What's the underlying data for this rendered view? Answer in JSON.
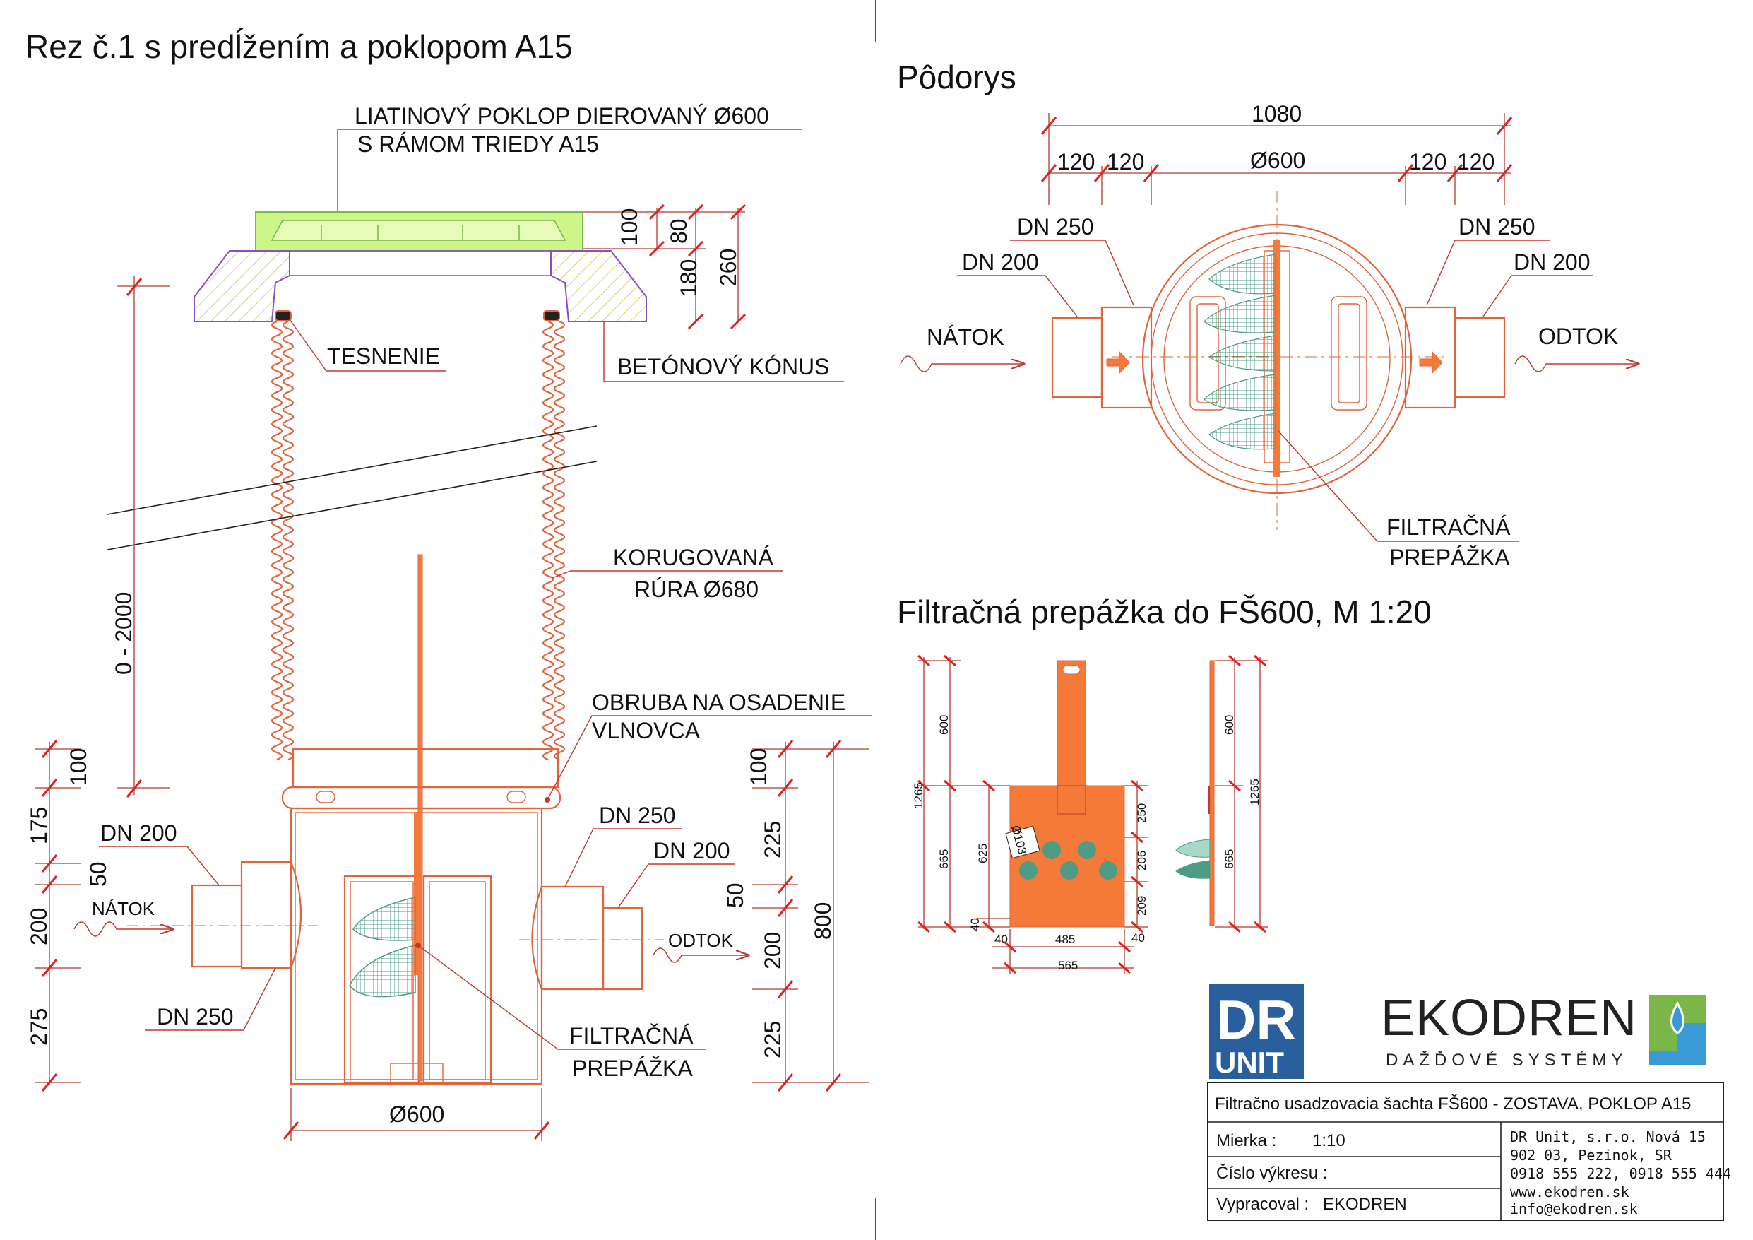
{
  "colors": {
    "outline": "#e0643c",
    "filter_plate": "#f47a3a",
    "filter_mesh": "#4f9c86",
    "cover_fill": "#ccf58a",
    "cone_hatch": "#d7d35a",
    "dimension_tick": "#e02020",
    "dr_unit_blue": "#2a5f9e",
    "ekodren_green": "#7ab648",
    "ekodren_blue": "#3a9ad6"
  },
  "section": {
    "title": "Rez č.1 s predĺžením a poklopom A15",
    "cover_label_1": "LIATINOVÝ POKLOP DIEROVANÝ Ø600",
    "cover_label_2": "S RÁMOM TRIEDY A15",
    "seal_label": "TESNENIE",
    "cone_label": "BETÓNOVÝ KÓNUS",
    "pipe_label_1": "KORUGOVANÁ",
    "pipe_label_2": "RÚRA Ø680",
    "rim_label_1": "OBRUBA NA OSADENIE",
    "rim_label_2": "VLNOVCA",
    "inlet_dn_small": "DN 200",
    "inlet_dn_large": "DN 250",
    "outlet_dn_large": "DN 250",
    "outlet_dn_small": "DN 200",
    "inflow_label": "NÁTOK",
    "outflow_label": "ODTOK",
    "filter_label_1": "FILTRAČNÁ",
    "filter_label_2": "PREPÁŽKA",
    "diameter_label": "Ø600",
    "dims_top": [
      "100",
      "80",
      "180",
      "260"
    ],
    "dim_extension": "0 - 2000",
    "dims_left": [
      "100",
      "175",
      "50",
      "200",
      "275"
    ],
    "dims_right": [
      "100",
      "225",
      "50",
      "200",
      "225"
    ],
    "dim_total": "800"
  },
  "plan": {
    "title": "Pôdorys",
    "dim_total": "1080",
    "dims_top": [
      "120",
      "120",
      "Ø600",
      "120",
      "120"
    ],
    "inlet_dn_large": "DN 250",
    "inlet_dn_small": "DN 200",
    "outlet_dn_large": "DN 250",
    "outlet_dn_small": "DN 200",
    "inflow_label": "NÁTOK",
    "outflow_label": "ODTOK",
    "filter_label_1": "FILTRAČNÁ",
    "filter_label_2": "PREPÁŽKA"
  },
  "filter_detail": {
    "title": "Filtračná prepážka do FŠ600, M 1:20",
    "dim_left_total": "1265",
    "dim_handle": "600",
    "dim_plate": "665",
    "dim_inner": "625",
    "dim_bottom": "40",
    "hole_label": "Ø103",
    "dims_right": [
      "250",
      "206",
      "209"
    ],
    "dims_bottom": [
      "40",
      "485",
      "40"
    ],
    "dim_width": "565",
    "side_dim_handle": "600",
    "side_dim_total": "1265",
    "side_dim_plate": "665"
  },
  "logos": {
    "dr": "DR",
    "unit": "UNIT",
    "ekodren": "EKODREN",
    "ekodren_sub": "DAŽĎOVÉ SYSTÉMY"
  },
  "title_block": {
    "title": "Filtračno usadzovacia šachta FŠ600 - ZOSTAVA, POKLOP A15",
    "scale_label": "Mierka :",
    "scale_value": "1:10",
    "drawing_no_label": "Číslo výkresu :",
    "author_label": "Vypracoval :",
    "author_value": "EKODREN",
    "company_lines": [
      "DR Unit, s.r.o. Nová 15",
      "902 03, Pezinok, SR",
      "0918 555 222, 0918 555 444",
      "www.ekodren.sk",
      "info@ekodren.sk"
    ]
  }
}
